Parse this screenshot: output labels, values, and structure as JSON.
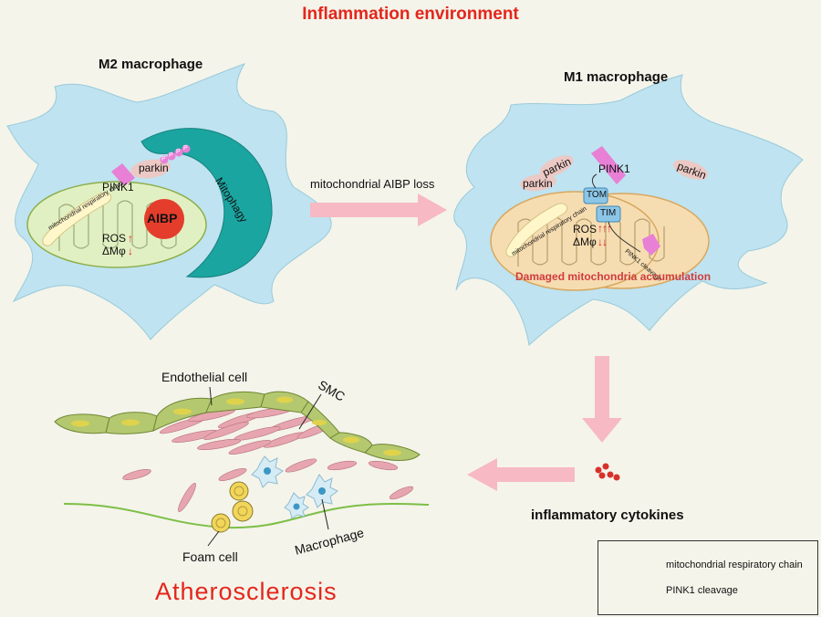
{
  "title": "Inflammation environment",
  "m2": {
    "heading": "M2 macrophage",
    "parkin": "parkin",
    "pink1": "PINK1",
    "p": "P",
    "mitophagy": "Mitophagy",
    "aibp": "AIBP",
    "resp_chain": "mitochondrial respiratory chain",
    "ros": "ROS",
    "dmpsi": "ΔMφ",
    "ros_arrow": "↑",
    "dm_arrow": "↓"
  },
  "transition": {
    "label": "mitochondrial AIBP loss"
  },
  "m1": {
    "heading": "M1 macrophage",
    "parkin_1": "parkin",
    "parkin_2": "parkin",
    "parkin_3": "parkin",
    "pink1": "PINK1",
    "tom": "TOM",
    "tim": "TIM",
    "ros": "ROS",
    "dmpsi": "ΔMφ",
    "ros_arrows": "↑↑↑",
    "dm_arrows": "↓↓",
    "resp_chain": "mitochondrial respiratory chain",
    "pink1_cleavage": "PINK1 cleavage",
    "damaged": "Damaged mitochondria accumulation"
  },
  "cytokines": {
    "label": "inflammatory cytokines"
  },
  "vessel": {
    "endothelial": "Endothelial cell",
    "smc": "SMC",
    "foam": "Foam cell",
    "macrophage": "Macrophage",
    "disease": "Atherosclerosis"
  },
  "legend": {
    "resp_chain": "mitochondrial respiratory chain",
    "pink1_cleavage": "PINK1 cleavage"
  },
  "colors": {
    "title": "#e4261c",
    "cell": "#bfe3f0",
    "mito_m2": "#e1f0c2",
    "mito_m1": "#f6ddb1",
    "mitophagy": "#1ba5a0",
    "aibp": "#e43d2c",
    "pink1": "#e880d6",
    "arrow": "#f7b9c3",
    "endothelium": "#b4c870",
    "smc": "#e6a5af"
  }
}
